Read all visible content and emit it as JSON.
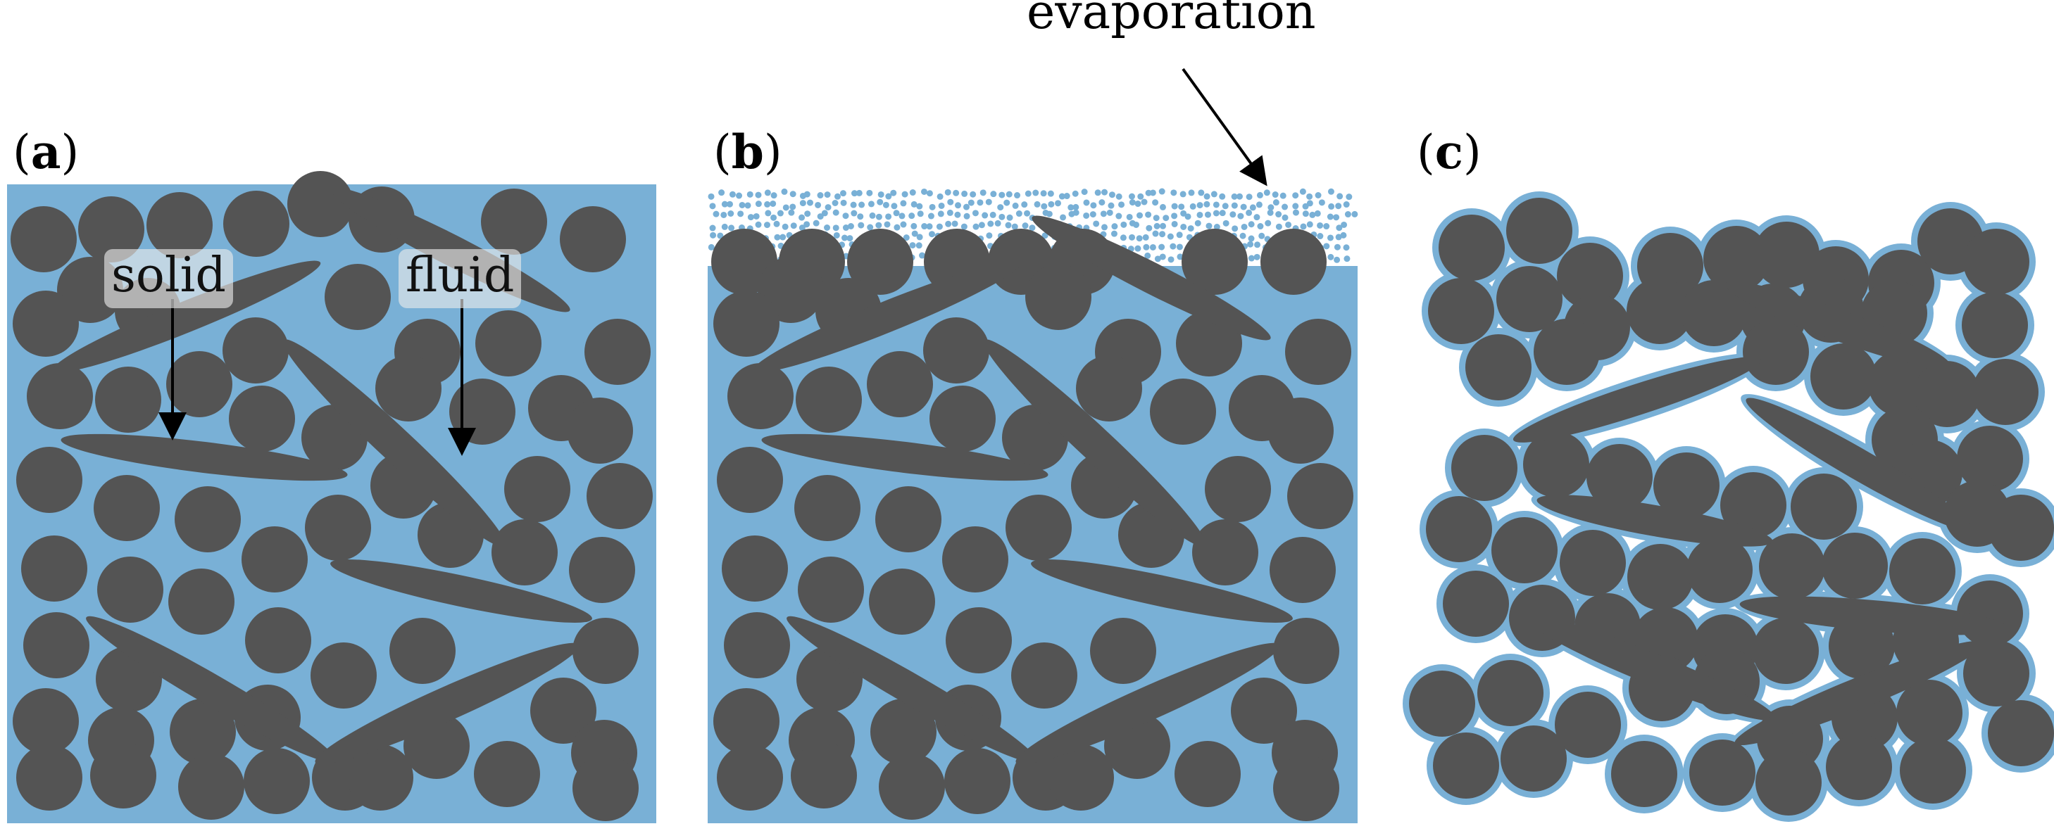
{
  "panels": [
    {
      "id": "a",
      "label": "a"
    },
    {
      "id": "b",
      "label": "b"
    },
    {
      "id": "c",
      "label": "c"
    }
  ],
  "annotations": {
    "solid": "solid",
    "fluid": "fluid",
    "evaporation": "evaporation"
  },
  "colors": {
    "fluid": "#79b0d6",
    "particle": "#545454",
    "droplet": "#79b0d6",
    "background": "#ffffff",
    "arrow": "#000000"
  }
}
